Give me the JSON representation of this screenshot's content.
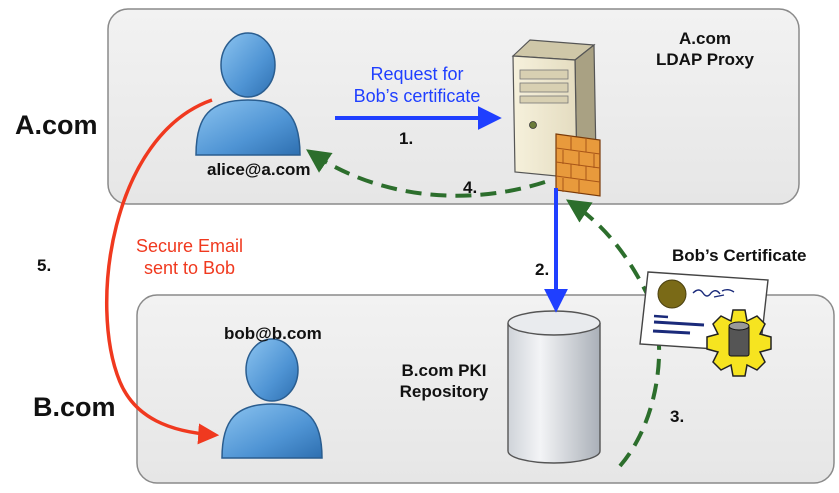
{
  "domains": {
    "a": "A.com",
    "b": "B.com"
  },
  "users": {
    "alice": "alice@a.com",
    "bob": "bob@b.com"
  },
  "proxy": {
    "line1": "A.com",
    "line2": "LDAP Proxy"
  },
  "repository": {
    "line1": "B.com PKI",
    "line2": "Repository"
  },
  "certificate": {
    "label": "Bob’s Certificate"
  },
  "request": {
    "line1": "Request for",
    "line2": "Bob’s certificate"
  },
  "secure_email": {
    "line1": "Secure Email",
    "line2": "sent to Bob"
  },
  "steps": {
    "s1": "1.",
    "s2": "2.",
    "s3": "3.",
    "s4": "4.",
    "s5": "5."
  },
  "colors": {
    "request_arrow": "#1f3fff",
    "return_arrow": "#2c6e2c",
    "email_arrow": "#f0391f",
    "panel_fill": "#eeeeee",
    "user_fill": "#6aa8e0"
  }
}
